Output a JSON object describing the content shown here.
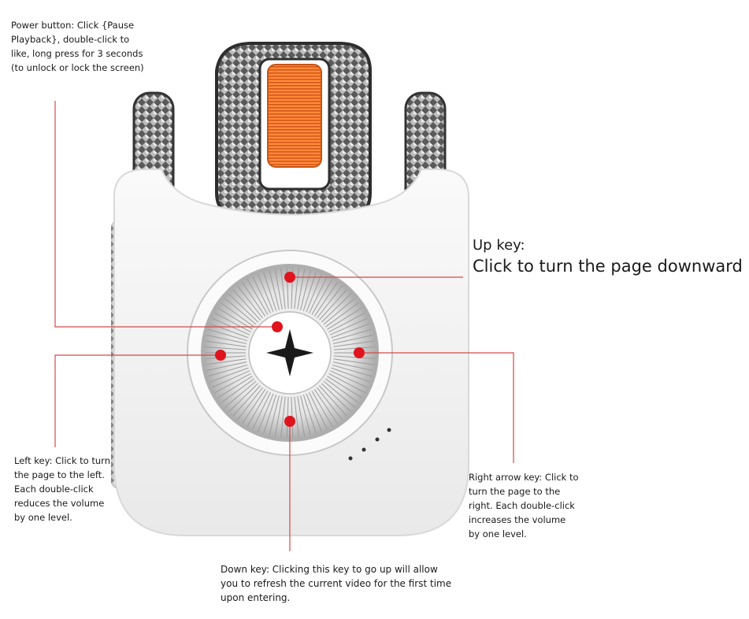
{
  "callouts": {
    "power": "Power button: Click {Pause Playback}, double-click to like, long press for 3 seconds (to unlock or lock the screen)",
    "up_title": "Up key:",
    "up_desc": "Click to turn the page downward",
    "left": "Left key: Click to turn the page to the left. Each double-click reduces the volume by one level.",
    "right": "Right arrow key: Click to turn the page to the right. Each double-click increases the volume by one level.",
    "down": "Down key: Clicking this key to go up will allow you to refresh the current video for the first time upon entering."
  },
  "colors": {
    "marker": "#e0141e",
    "leader_line": "#d44a4a",
    "device_body": "#f4f4f4",
    "accent_wheel": "#f07a2a",
    "knurl": "#777777"
  },
  "icons": {
    "center": "four-point-star-icon"
  }
}
